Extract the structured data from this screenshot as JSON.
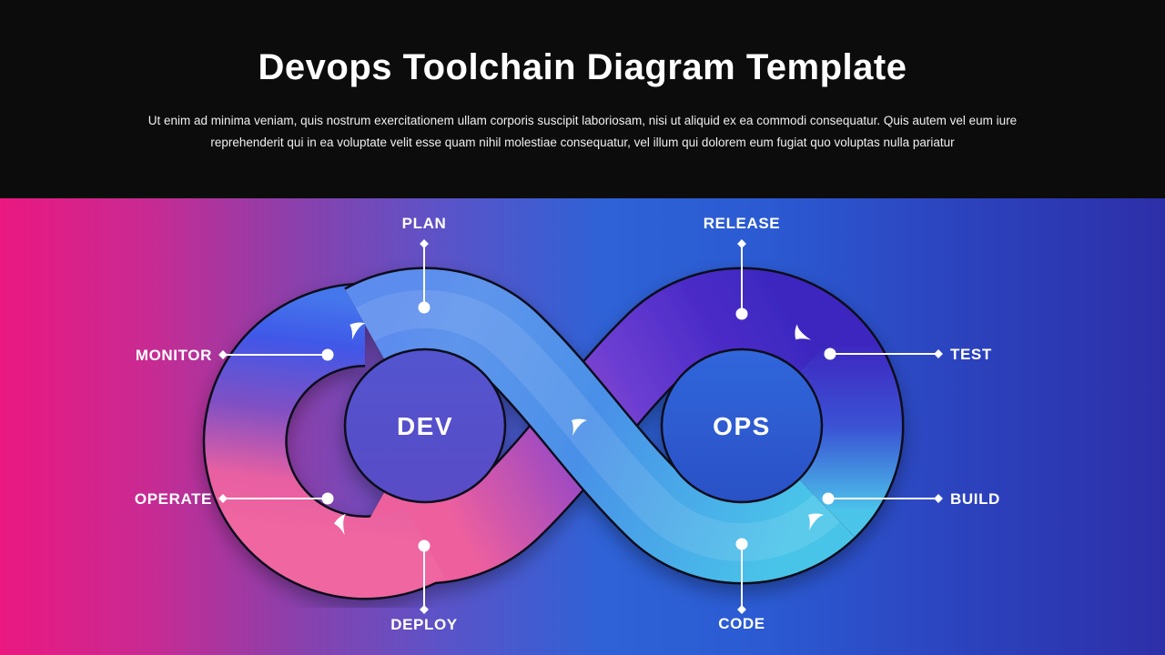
{
  "header": {
    "title": "Devops Toolchain Diagram Template",
    "subtitle_line1": "Ut enim ad minima veniam, quis nostrum exercitationem ullam corporis suscipit laboriosam, nisi ut aliquid ex ea commodi consequatur. Quis autem vel eum iure",
    "subtitle_line2": "reprehenderit qui in ea voluptate velit esse quam nihil molestiae consequatur, vel illum qui dolorem eum fugiat quo voluptas nulla pariatur"
  },
  "diagram": {
    "loops": {
      "left_label": "DEV",
      "right_label": "OPS"
    },
    "stages": [
      {
        "id": "plan",
        "label": "PLAN",
        "position": "top-left"
      },
      {
        "id": "release",
        "label": "RELEASE",
        "position": "top-right"
      },
      {
        "id": "monitor",
        "label": "MONITOR",
        "position": "left-upper"
      },
      {
        "id": "test",
        "label": "TEST",
        "position": "right-upper"
      },
      {
        "id": "operate",
        "label": "OPERATE",
        "position": "left-lower"
      },
      {
        "id": "build",
        "label": "BUILD",
        "position": "right-lower"
      },
      {
        "id": "deploy",
        "label": "DEPLOY",
        "position": "bottom-left"
      },
      {
        "id": "code",
        "label": "CODE",
        "position": "bottom-right"
      }
    ],
    "colors": {
      "header_bg": "#0c0c0c",
      "background_gradient": [
        "#ea1880",
        "#8841ad",
        "#2e62d6",
        "#2d2fa8"
      ],
      "band_blue": "#4058e8",
      "band_pink": "#ef66a0",
      "band_light_blue": "#4a90e8",
      "band_cyan": "#4ac4e9",
      "band_indigo": "#3c28c0",
      "band_outline": "#0c0e1a",
      "connector": "#ffffff",
      "text": "#ffffff"
    }
  }
}
